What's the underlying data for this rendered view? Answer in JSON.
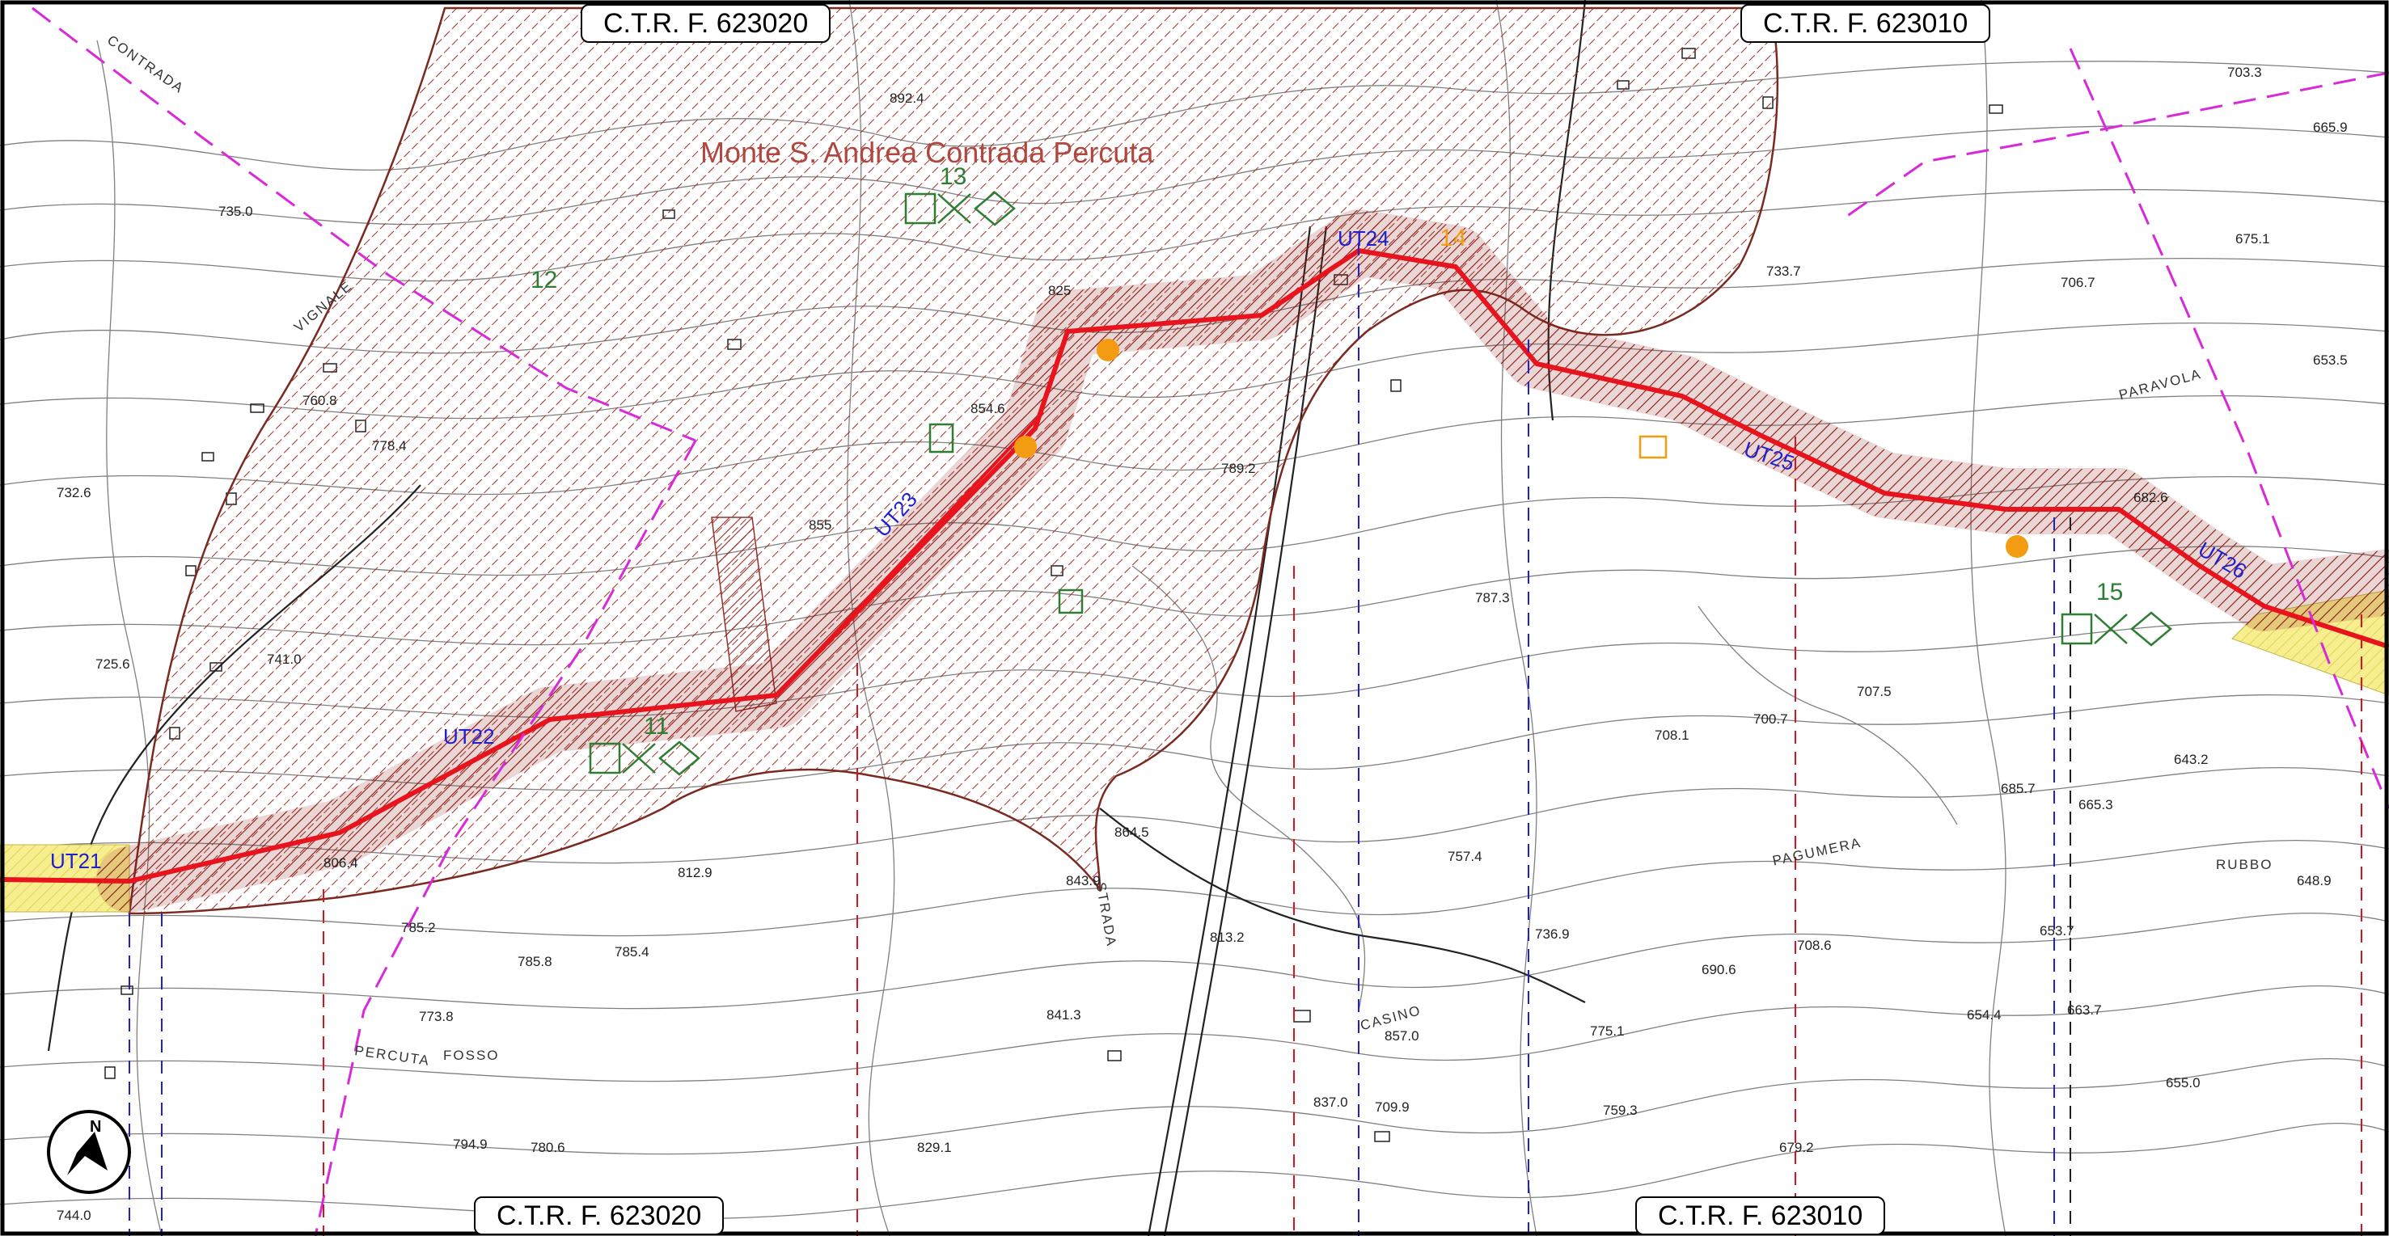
{
  "sheets": {
    "top_left": "C.T.R. F. 623020",
    "top_right": "C.T.R. F. 623010",
    "bottom_left": "C.T.R. F. 623020",
    "bottom_right": "C.T.R. F. 623010"
  },
  "place_name": "Monte S. Andrea Contrada Percuta",
  "segments": [
    "UT21",
    "UT22",
    "UT23",
    "UT24",
    "UT25",
    "UT26"
  ],
  "markers": [
    {
      "number": "11",
      "color": "#2e7d32"
    },
    {
      "number": "12",
      "color": "#2e7d32"
    },
    {
      "number": "13",
      "color": "#2e7d32"
    },
    {
      "number": "14",
      "color": "#f39c12"
    },
    {
      "number": "15",
      "color": "#2e7d32"
    }
  ],
  "north_label": "N",
  "elevations": [
    "725.6",
    "732.6",
    "741.0",
    "735.0",
    "760.8",
    "778.4",
    "785.8",
    "785.4",
    "773.8",
    "812.9",
    "829.1",
    "855",
    "825",
    "864.5",
    "843.9",
    "841.3",
    "785.2",
    "813.2",
    "787.3",
    "789.2",
    "757.4",
    "736.9",
    "708.1",
    "700.7",
    "707.5",
    "685.7",
    "663.7",
    "665.3",
    "653.7",
    "643.2",
    "648.9",
    "655.0",
    "690.6",
    "654.4",
    "708.6",
    "709.9",
    "759.3",
    "775.1",
    "679.2",
    "682.6",
    "733.7",
    "706.7",
    "675.1",
    "703.3",
    "665.9",
    "653.5",
    "744.0",
    "794.9",
    "780.6",
    "857.0",
    "837.0",
    "854.6",
    "892.4",
    "806.4"
  ],
  "road_names": [
    "CONTRADA",
    "STRADA",
    "FOSSO",
    "PERCUTA",
    "PARAVOLA",
    "PAGUMERA",
    "CASINO",
    "RUBBO",
    "VIGNALE"
  ],
  "colors": {
    "route": "#e8141d",
    "landslide_hatch": "#a0302b",
    "buffer": "#c0392b",
    "highlight": "#f7ef8f",
    "boundary": "#d82ad8",
    "segment_label": "#2020d0",
    "marker_orange": "#f39c12",
    "marker_green": "#2e7d32"
  }
}
